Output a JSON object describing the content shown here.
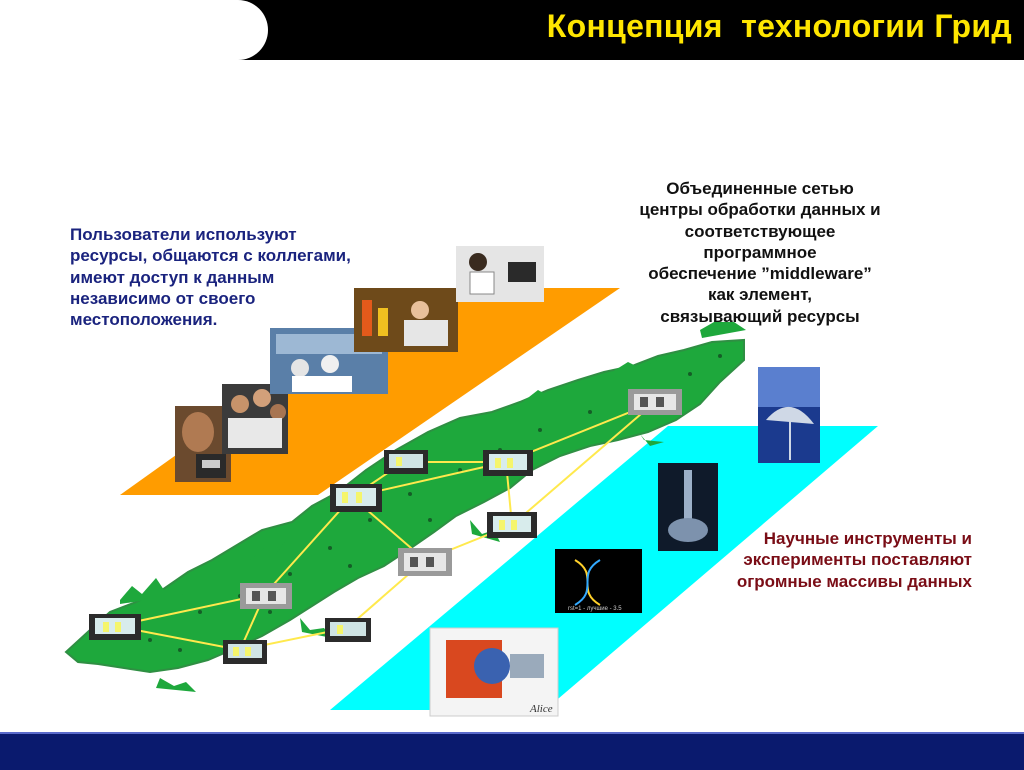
{
  "header": {
    "title": "Концепция  технологии Грид",
    "title_color": "#ffe600",
    "bar_color": "#000000"
  },
  "footer": {
    "bar_color": "#0a1a6e"
  },
  "text_blocks": {
    "users": [
      "Пользователи используют",
      "ресурсы, общаются с коллегами,",
      "имеют доступ к данным",
      "независимо от своего",
      "местоположения."
    ],
    "centers": [
      "Объединенные сетью",
      "центры обработки данных и",
      "соответствующее",
      "программное",
      "обеспечение ”middleware”",
      "как  элемент,",
      "связывающий ресурсы"
    ],
    "instruments": [
      "Научные инструменты и",
      "эксперименты поставляют",
      "огромные массивы данных"
    ]
  },
  "photo_labels": {
    "dna_caption": "rst=1 - лучшие - 3.5",
    "detector_logo": "Alice"
  },
  "colors": {
    "user_layer": "#ff9c00",
    "instrument_layer": "#00ffff",
    "network_map": "#1ea83c",
    "network_links": "#ffe94d",
    "users_text": "#1a237e",
    "instruments_text": "#7a0d16"
  },
  "icons": {
    "data_center_node": "monitor-icon",
    "storage_node": "tape-drive-icon"
  }
}
